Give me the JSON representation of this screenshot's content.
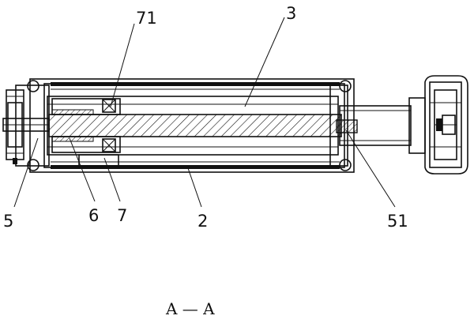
{
  "figure": {
    "section_title": "A — A",
    "labels": {
      "l71": "71",
      "l3": "3",
      "l5": "5",
      "l6": "6",
      "l7": "7",
      "l2": "2",
      "l51": "51"
    }
  }
}
